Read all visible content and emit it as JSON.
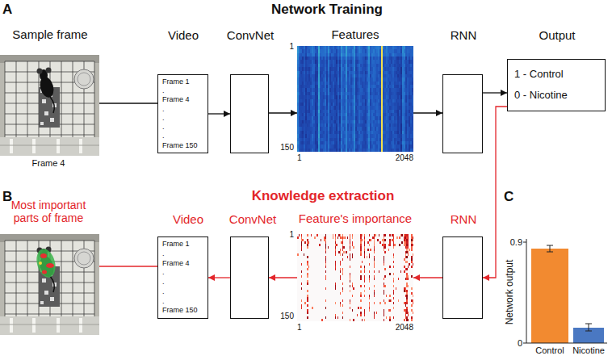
{
  "diagram": {
    "title": "Network Training",
    "nodes": [
      {
        "text": [
          "Sample frame",
          "Frame 4"
        ]
      },
      {
        "text": [
          "Video",
          "Frame 1",
          ".",
          "Frame 4",
          ".",
          ".",
          ".",
          ".",
          "Frame 150"
        ]
      },
      {
        "text": [
          "ConvNet"
        ]
      },
      {
        "text": [
          "Features",
          "1",
          "150",
          "1",
          "2048"
        ]
      },
      {
        "text": [
          "RNN"
        ]
      },
      {
        "text": [
          "Output",
          "1 - Control",
          "0 - Nicotine"
        ]
      },
      {
        "text": [
          "Most important parts of frame"
        ]
      },
      {
        "text": [
          "Video",
          "Frame 1",
          ".",
          "Frame 4",
          ".",
          ".",
          ".",
          ".",
          "Frame 150"
        ]
      },
      {
        "text": [
          "ConvNet"
        ]
      },
      {
        "text": [
          "Feature's importance",
          "1",
          "150",
          "1",
          "2048"
        ]
      },
      {
        "text": [
          "RNN"
        ]
      }
    ],
    "edges": [
      {
        "from": 0,
        "to": 1,
        "arrow": "none"
      },
      {
        "from": 1,
        "to": 2,
        "arrow": "to"
      },
      {
        "from": 2,
        "to": 3,
        "arrow": "to"
      },
      {
        "from": 3,
        "to": 4,
        "arrow": "to"
      },
      {
        "from": 4,
        "to": 5,
        "arrow": "to"
      },
      {
        "from": 5,
        "to": 10,
        "arrow": "to"
      },
      {
        "from": 10,
        "to": 9,
        "arrow": "to"
      },
      {
        "from": 9,
        "to": 8,
        "arrow": "to"
      },
      {
        "from": 8,
        "to": 7,
        "arrow": "to"
      },
      {
        "from": 7,
        "to": 6,
        "arrow": "none"
      }
    ],
    "labels": [
      "A",
      "B",
      "Knowledge extraction",
      "C",
      "0.9",
      "0",
      "Network output",
      "Control",
      "Nicotine"
    ]
  }
}
